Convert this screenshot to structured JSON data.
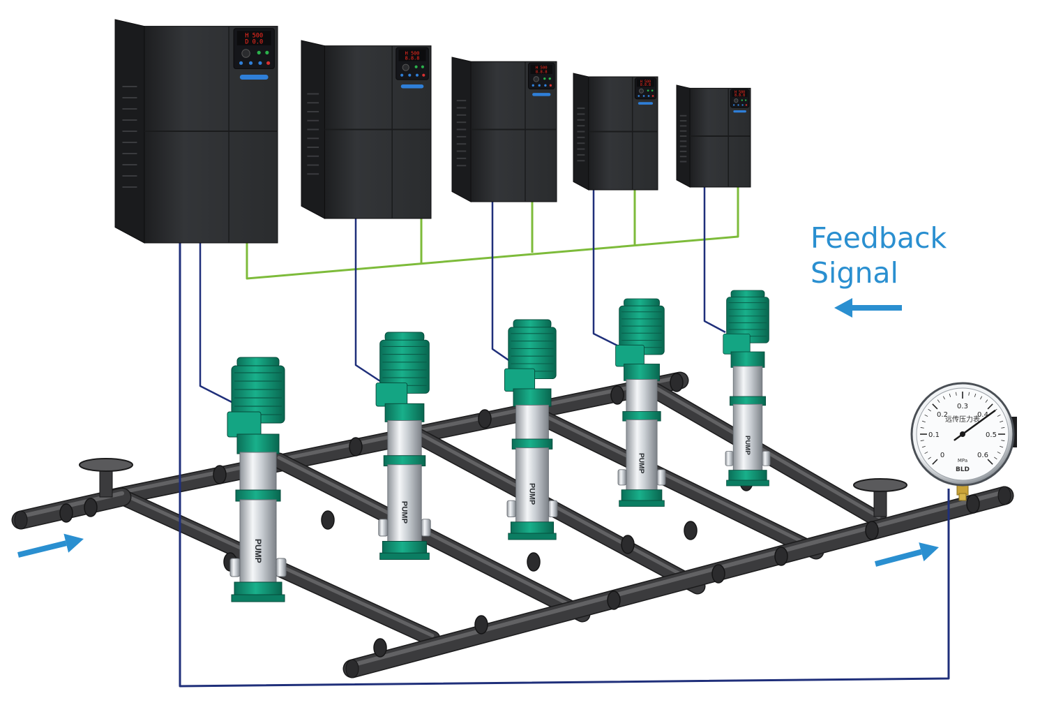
{
  "caption": {
    "line1": "Feedback",
    "line2": "Signal"
  },
  "vfd_units": [
    {
      "display_top": "H 500",
      "display_bottom": "D 0.0"
    },
    {
      "display_top": "H 500",
      "display_bottom": "8.8.8"
    },
    {
      "display_top": "H 500",
      "display_bottom": "8.8.8"
    },
    {
      "display_top": "H 500",
      "display_bottom": "8.8.8"
    },
    {
      "display_top": "H 500",
      "display_bottom": "8.8.8"
    }
  ],
  "pump_label": "PUMP",
  "gauge": {
    "ticks": [
      "0",
      "0.1",
      "0.2",
      "0.3",
      "0.4",
      "0.5",
      "0.6"
    ],
    "title": "远传压力表",
    "unit": "MPa",
    "brand": "BLD",
    "reading_mpa": 0.42
  },
  "colors": {
    "flow_arrow": "#2a8fd0",
    "feedback_wire": "#1f2f7a",
    "signal_wire": "#7dbb3a",
    "pipe": "#3b3b3d",
    "pump_body": "#0f9a7a",
    "vfd_body": "#2f3133",
    "display_red": "#ff2b1f"
  }
}
